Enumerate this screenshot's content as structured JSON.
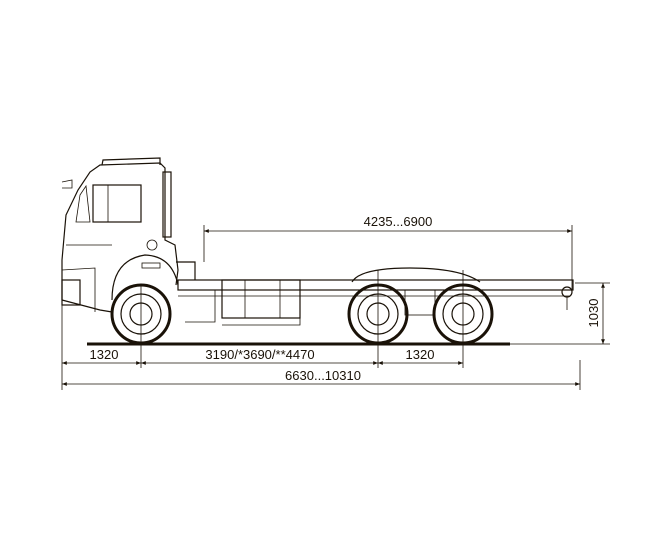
{
  "diagram": {
    "dimensions": {
      "frame_length": "4235...6900",
      "frame_height": "1030",
      "front_overhang": "1320",
      "wheelbase": "3190/*3690/**4470",
      "rear_axle_spacing": "1320",
      "overall_length": "6630...10310"
    },
    "colors": {
      "line": "#1a1208",
      "background": "#ffffff"
    }
  }
}
